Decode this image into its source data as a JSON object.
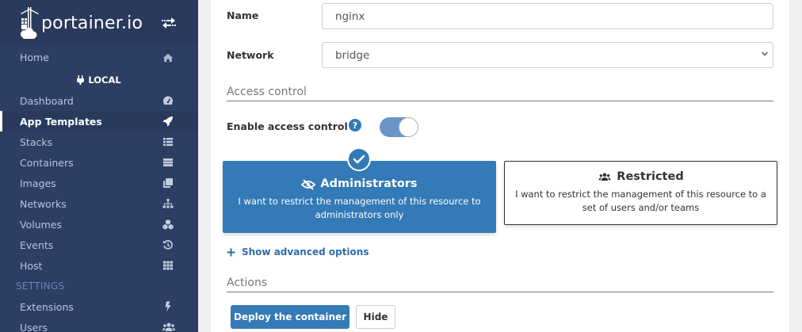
{
  "brand": {
    "name": "portainer.io",
    "toggle_icon": "exchange-icon"
  },
  "sidebar": {
    "home": {
      "label": "Home",
      "icon": "home-icon"
    },
    "endpoint": {
      "label": "LOCAL",
      "icon": "plug-icon"
    },
    "items": [
      {
        "label": "Dashboard",
        "icon": "tachometer-icon",
        "active": false
      },
      {
        "label": "App Templates",
        "icon": "rocket-icon",
        "active": true
      },
      {
        "label": "Stacks",
        "icon": "th-list-icon",
        "active": false
      },
      {
        "label": "Containers",
        "icon": "server-icon",
        "active": false
      },
      {
        "label": "Images",
        "icon": "clone-icon",
        "active": false
      },
      {
        "label": "Networks",
        "icon": "sitemap-icon",
        "active": false
      },
      {
        "label": "Volumes",
        "icon": "cubes-icon",
        "active": false
      },
      {
        "label": "Events",
        "icon": "history-icon",
        "active": false
      },
      {
        "label": "Host",
        "icon": "th-icon",
        "active": false
      }
    ],
    "settings_title": "SETTINGS",
    "settings_items": [
      {
        "label": "Extensions",
        "icon": "bolt-icon"
      },
      {
        "label": "Users",
        "icon": "users-icon"
      }
    ]
  },
  "form": {
    "name": {
      "label": "Name",
      "value": "nginx"
    },
    "network": {
      "label": "Network",
      "value": "bridge"
    },
    "access_control": {
      "section_title": "Access control",
      "enable_label": "Enable access control",
      "enabled": true,
      "options": [
        {
          "title": "Administrators",
          "icon": "eye-slash-icon",
          "description": "I want to restrict the management of this resource to administrators only",
          "selected": true
        },
        {
          "title": "Restricted",
          "icon": "users-icon",
          "description": "I want to restrict the management of this resource to a set of users and/or teams",
          "selected": false
        }
      ]
    },
    "advanced_link": "Show advanced options",
    "actions": {
      "section_title": "Actions",
      "deploy_label": "Deploy the container",
      "hide_label": "Hide"
    }
  },
  "colors": {
    "sidebar_bg": "#2d3e63",
    "primary": "#337ab7",
    "section_title": "#5f86c0"
  }
}
